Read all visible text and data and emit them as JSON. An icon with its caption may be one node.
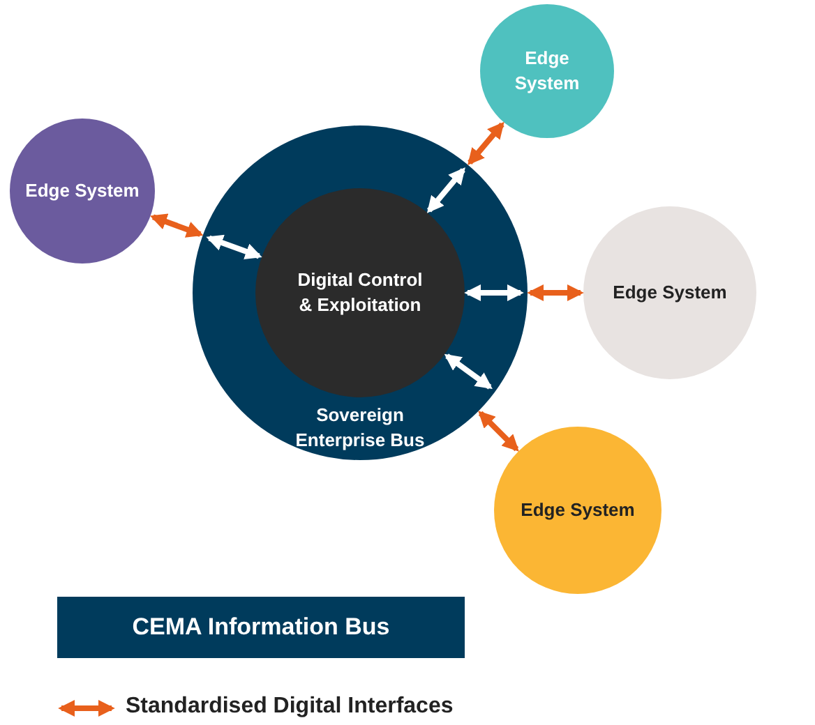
{
  "diagram": {
    "nodes": [
      {
        "text": [
          "Sovereign Enterprise Bus"
        ]
      },
      {
        "text": [
          "Digital Control & Exploitation"
        ],
        "in": 0
      },
      {
        "text": [
          "Edge System"
        ]
      },
      {
        "text": [
          "Edge System"
        ]
      },
      {
        "text": [
          "Edge System"
        ]
      },
      {
        "text": [
          "Edge System"
        ]
      },
      {
        "text": [
          "CEMA Information Bus"
        ]
      }
    ],
    "edges": [
      {
        "from": 2,
        "to": 0,
        "arrow": "both",
        "color": "#e8601c"
      },
      {
        "from": 3,
        "to": 0,
        "arrow": "both",
        "color": "#e8601c"
      },
      {
        "from": 4,
        "to": 0,
        "arrow": "both",
        "color": "#e8601c"
      },
      {
        "from": 5,
        "to": 0,
        "arrow": "both",
        "color": "#e8601c"
      },
      {
        "from": 0,
        "to": 1,
        "arrow": "both",
        "color": "#ffffff"
      },
      {
        "from": 0,
        "to": 1,
        "arrow": "both",
        "color": "#ffffff"
      },
      {
        "from": 0,
        "to": 1,
        "arrow": "both",
        "color": "#ffffff"
      },
      {
        "from": 0,
        "to": 1,
        "arrow": "both",
        "color": "#ffffff"
      }
    ],
    "legend": [
      {
        "text": "Standardised Digital Interfaces"
      }
    ]
  }
}
